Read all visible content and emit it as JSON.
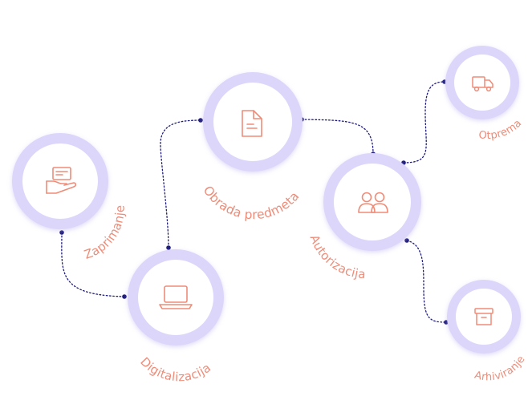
{
  "colors": {
    "ring": "#dcd6fb",
    "ring_inner": "#ffffff",
    "icon": "#ef8c78",
    "label": "#ef8c78",
    "connector": "#1e1b7a"
  },
  "nodes": [
    {
      "id": "zaprimanje",
      "label": "Zaprimanje",
      "icon": "hand-card-icon"
    },
    {
      "id": "digitalizacija",
      "label": "Digitalizacija",
      "icon": "laptop-icon"
    },
    {
      "id": "obrada",
      "label": "Obrada predmeta",
      "icon": "document-icon"
    },
    {
      "id": "autorizacija",
      "label": "Autorizacija",
      "icon": "users-icon"
    },
    {
      "id": "otprema",
      "label": "Otprema",
      "icon": "truck-icon"
    },
    {
      "id": "arhiviranje",
      "label": "Arhiviranje",
      "icon": "archive-box-icon"
    }
  ]
}
